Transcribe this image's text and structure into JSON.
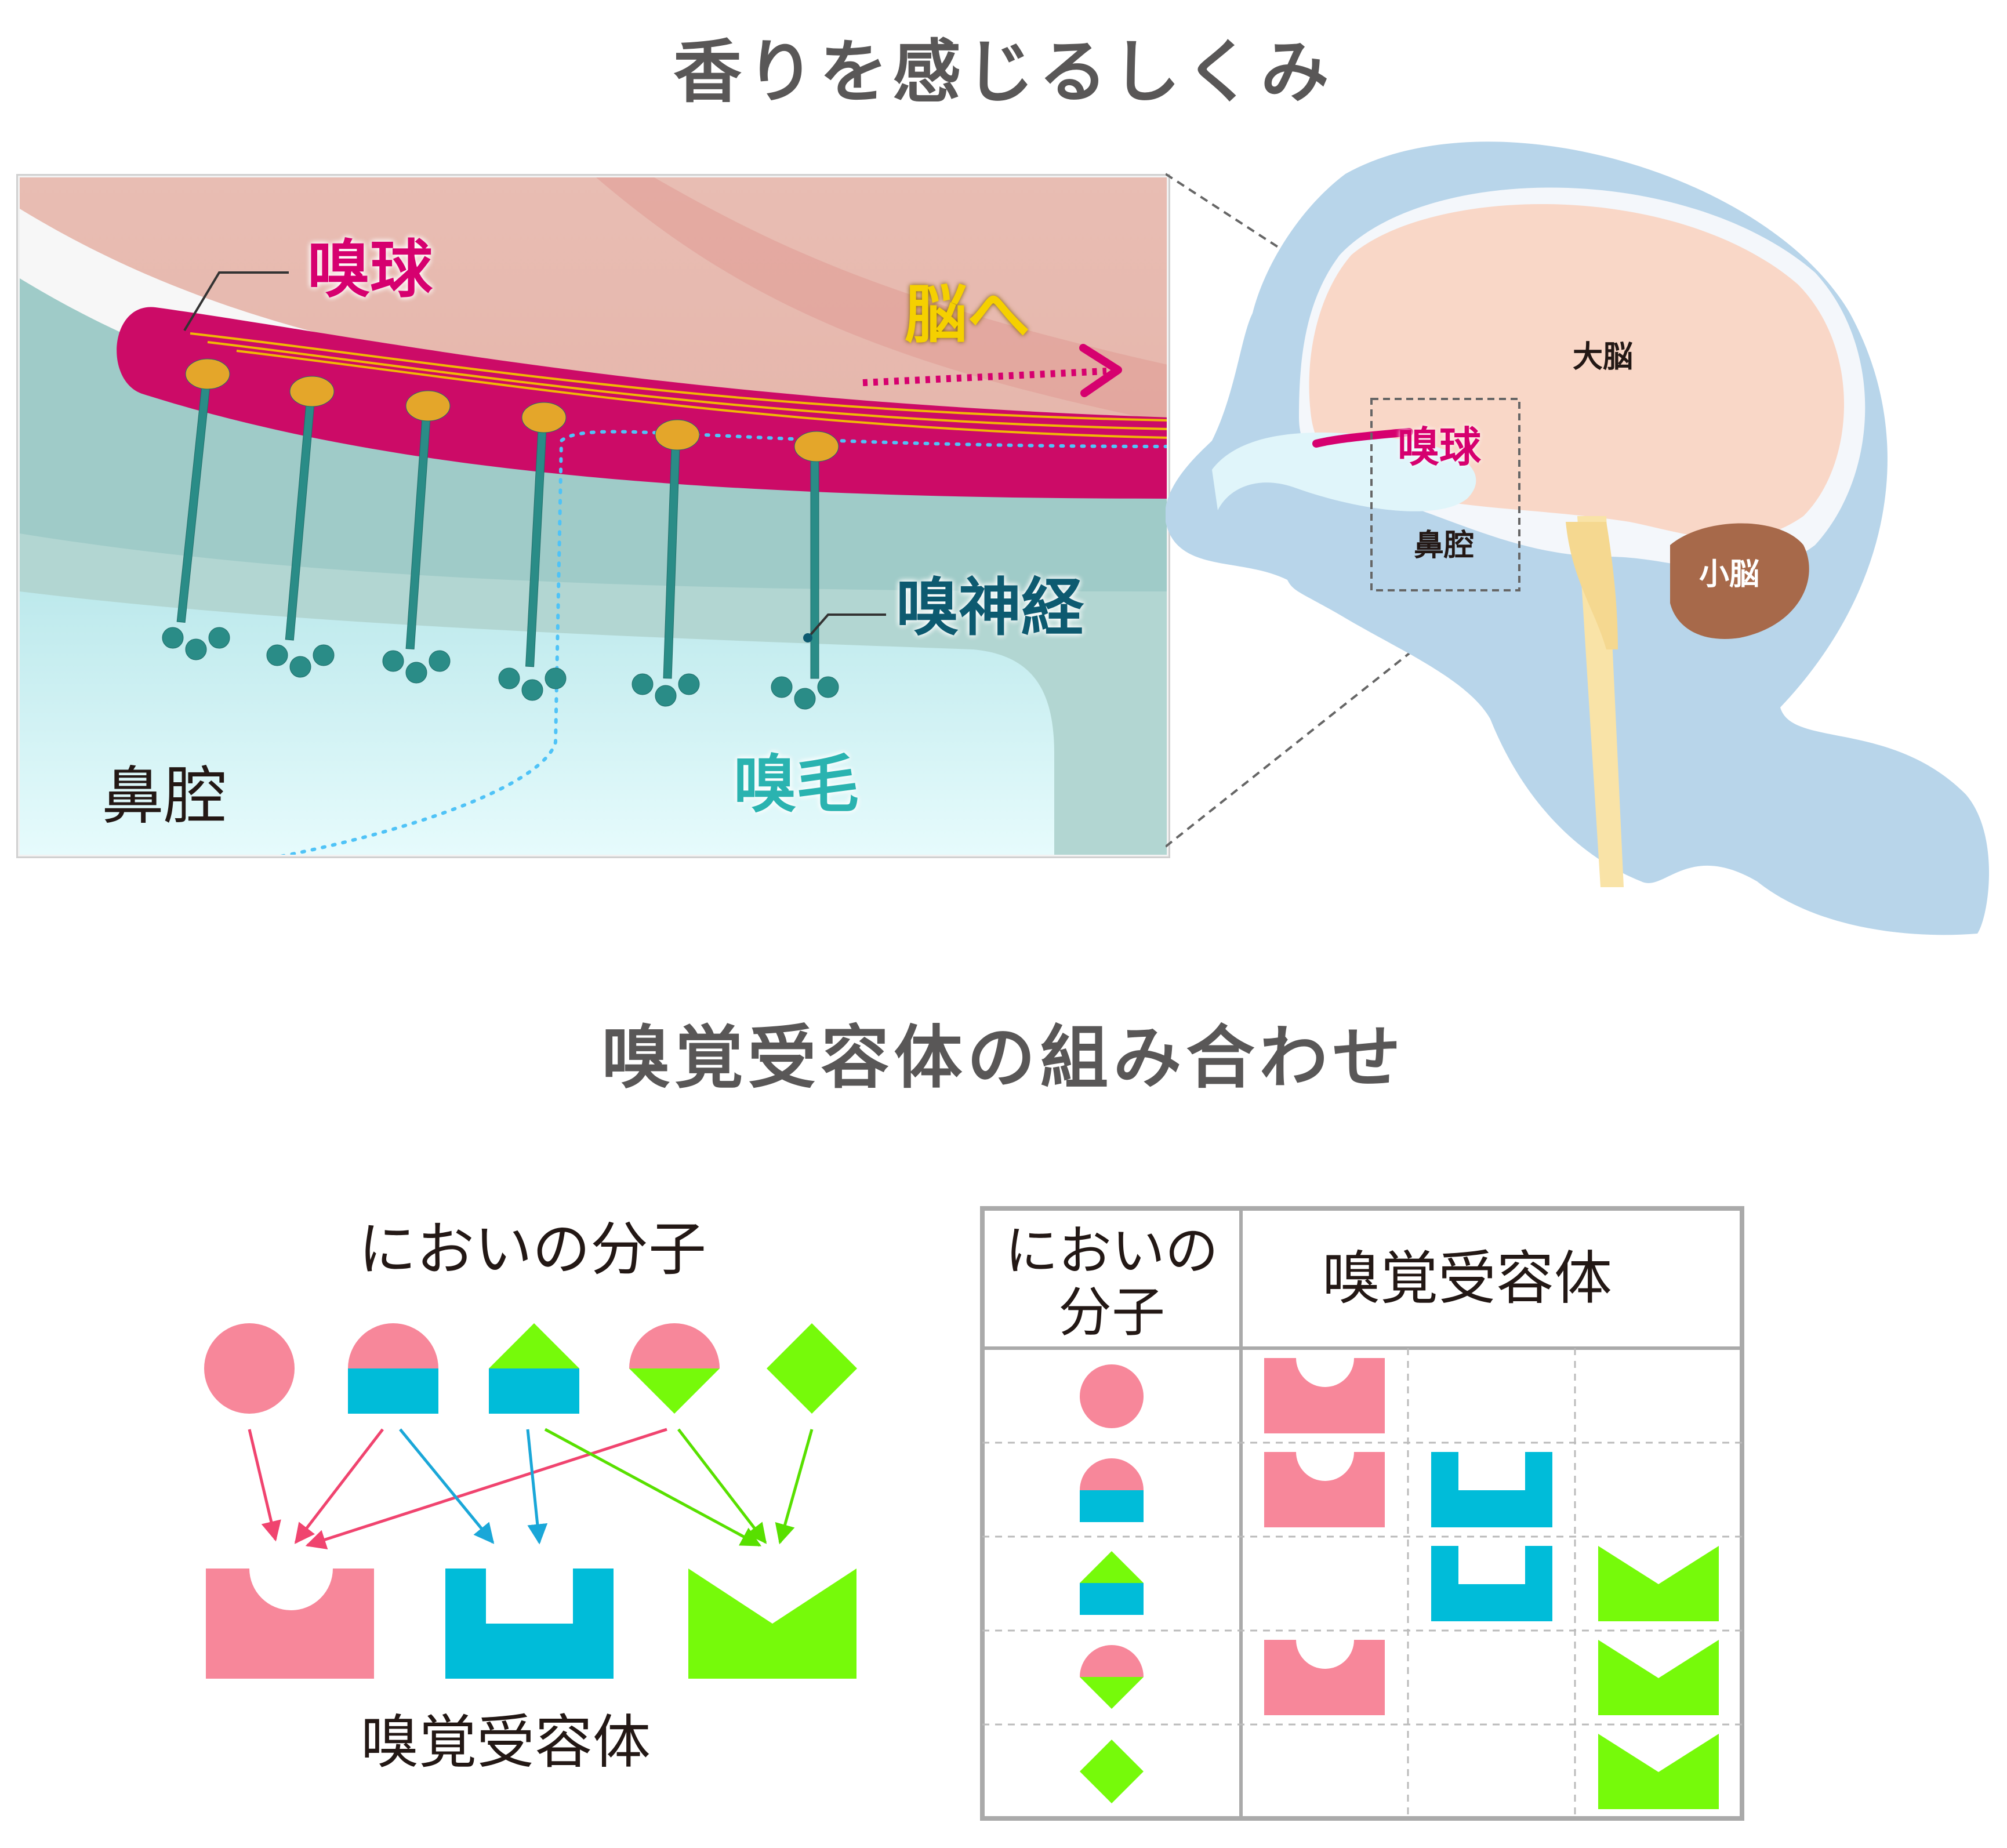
{
  "titles": {
    "top": "香りを感じるしくみ",
    "bottom": "嗅覚受容体の組み合わせ"
  },
  "detail_labels": {
    "bulb": "嗅球",
    "to_brain": "脳へ",
    "nerve": "嗅神経",
    "cavity": "鼻腔",
    "cilia": "嗅毛"
  },
  "head_labels": {
    "cerebrum": "大脳",
    "bulb": "嗅球",
    "cavity": "鼻腔",
    "cerebellum": "小脳"
  },
  "arrow_diagram": {
    "molecules_label": "においの分子",
    "receptors_label": "嗅覚受容体",
    "molecules": [
      "circle-pink",
      "semicircle-pink-rect-blue",
      "triangle-green-rect-blue",
      "semicircle-pink-triangle-green",
      "diamond-green"
    ],
    "receptors": [
      "pink-round-notch",
      "blue-square-notch",
      "green-v-notch"
    ],
    "links": [
      [
        0,
        0
      ],
      [
        1,
        0
      ],
      [
        1,
        1
      ],
      [
        2,
        1
      ],
      [
        2,
        2
      ],
      [
        3,
        0
      ],
      [
        3,
        2
      ],
      [
        4,
        2
      ]
    ]
  },
  "table": {
    "header_molecule": "においの分子",
    "header_receptor": "嗅覚受容体",
    "rows": [
      {
        "molecule": "circle-pink",
        "cells": [
          "pink-round-notch",
          "",
          ""
        ]
      },
      {
        "molecule": "semicircle-pink-rect-blue",
        "cells": [
          "pink-round-notch",
          "blue-square-notch",
          ""
        ]
      },
      {
        "molecule": "triangle-green-rect-blue",
        "cells": [
          "",
          "blue-square-notch",
          "green-v-notch"
        ]
      },
      {
        "molecule": "semicircle-pink-triangle-green",
        "cells": [
          "pink-round-notch",
          "",
          "green-v-notch"
        ]
      },
      {
        "molecule": "diamond-green",
        "cells": [
          "",
          "",
          "green-v-notch"
        ]
      }
    ]
  },
  "colors": {
    "pink": "#f7879a",
    "blue": "#00bcd9",
    "green": "#76fa0a",
    "magenta": "#d6005f",
    "teal": "#2a8c87",
    "title_gray": "#595757"
  }
}
